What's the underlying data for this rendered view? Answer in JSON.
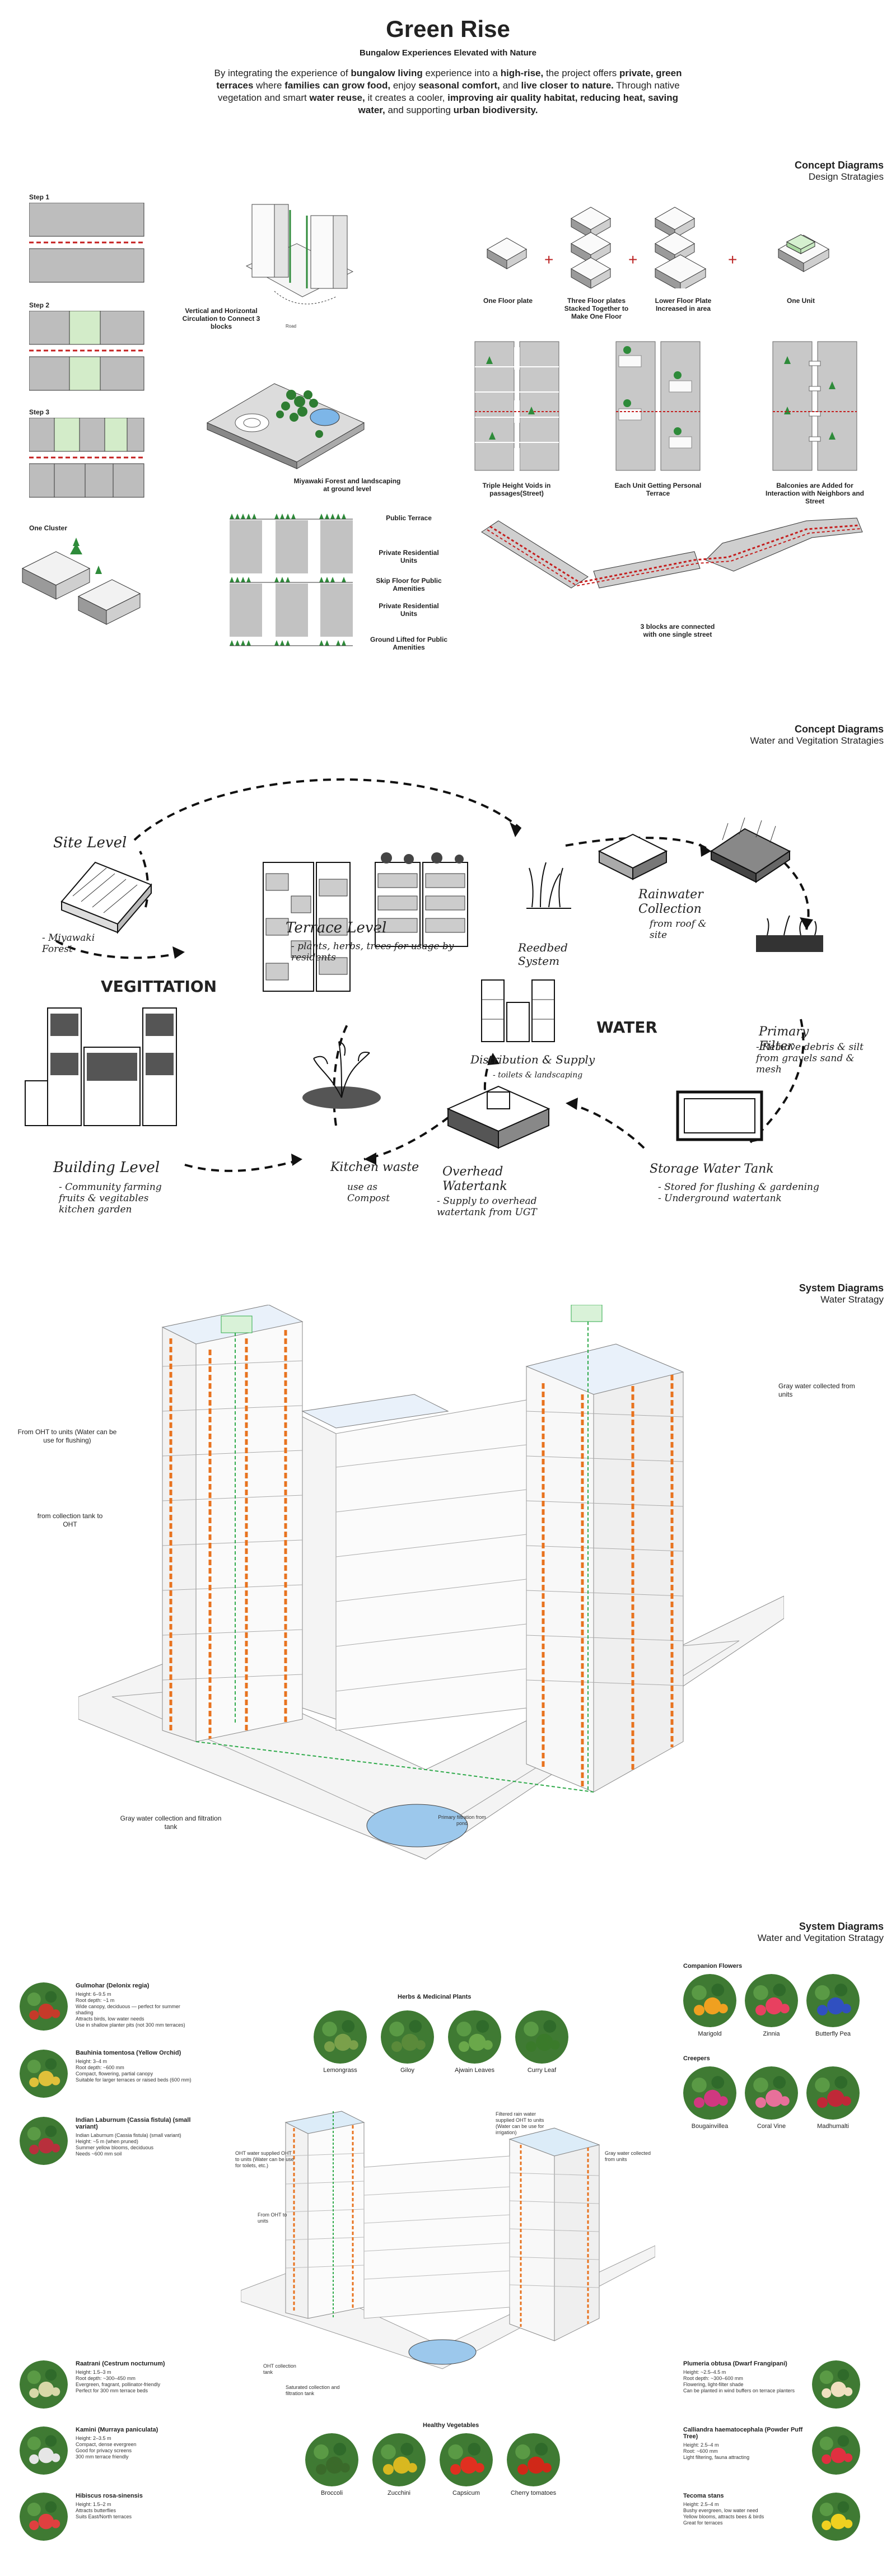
{
  "header": {
    "title": "Green Rise",
    "subtitle": "Bungalow Experiences Elevated with Nature",
    "intro_parts": [
      {
        "t": "By integrating the experience of ",
        "b": false
      },
      {
        "t": "bungalow living",
        "b": true
      },
      {
        "t": " experience into a ",
        "b": false
      },
      {
        "t": "high-rise,",
        "b": true
      },
      {
        "t": " the project offers ",
        "b": false
      },
      {
        "t": "private, green terraces",
        "b": true
      },
      {
        "t": " where ",
        "b": false
      },
      {
        "t": "families can grow food,",
        "b": true
      },
      {
        "t": " enjoy ",
        "b": false
      },
      {
        "t": "seasonal comfort,",
        "b": true
      },
      {
        "t": " and ",
        "b": false
      },
      {
        "t": "live closer to nature.",
        "b": true
      },
      {
        "t": " Through native vegetation and smart ",
        "b": false
      },
      {
        "t": "water reuse,",
        "b": true
      },
      {
        "t": " it creates a cooler, ",
        "b": false
      },
      {
        "t": "improving air quality habitat, reducing heat, saving water,",
        "b": true
      },
      {
        "t": " and supporting ",
        "b": false
      },
      {
        "t": "urban biodiversity.",
        "b": true
      }
    ]
  },
  "section1": {
    "heading": "Concept Diagrams",
    "subheading": "Design Stratagies",
    "steps": [
      "Step 1",
      "Step 2",
      "Step 3"
    ],
    "one_cluster": "One Cluster",
    "vertical_circulation": "Vertical and Horizontal Circulation to Connect 3 blocks",
    "miyawaki": "Miyawaki Forest and landscaping at ground level",
    "section_labels": [
      "Public Terrace",
      "Private Residential Units",
      "Skip Floor for Public Amenities",
      "Private Residential Units",
      "Ground Lifted for Public Amenities"
    ],
    "unit_steps": [
      "One Floor plate",
      "Three Floor plates Stacked Together to Make One Floor",
      "Lower Floor Plate Increased in area",
      "One Unit"
    ],
    "elevations": [
      "Triple Height Voids in passages(Street)",
      "Each Unit Getting Personal Terrace",
      "Balconies are Added for Interaction with Neighbors and Street"
    ],
    "connected": "3 blocks are connected with one single street"
  },
  "section2": {
    "heading": "Concept Diagrams",
    "subheading": "Water and Vegitation Stratagies",
    "vegetation": "VEGITTATION",
    "water": "WATER",
    "site_level": {
      "title": "Site Level",
      "body": "- Miyawaki Forest"
    },
    "terrace_level": {
      "title": "Terrace Level",
      "body": "- plants, herbs, trees for usage by residents"
    },
    "building_level": {
      "title": "Building Level",
      "body": "- Community farming fruits & vegitables kitchen garden"
    },
    "kitchen_waste": {
      "title": "Kitchen waste",
      "body": "use as Compost"
    },
    "overhead": {
      "title": "Overhead Watertank",
      "body": "- Supply to overhead watertank from UGT"
    },
    "distribution": {
      "title": "Distribution & Supply",
      "body": "- toilets & landscaping"
    },
    "reedbed": {
      "title": "Reedbed System"
    },
    "rainwater": {
      "title": "Rainwater Collection",
      "body": "from roof & site"
    },
    "primary_filter": {
      "title": "Primary Filter",
      "body": "- Remove debris & silt from gravels sand & mesh"
    },
    "storage": {
      "title": "Storage Water Tank",
      "body": "- Stored for flushing & gardening - Underground watertank"
    }
  },
  "section3": {
    "heading": "System Diagrams",
    "subheading": "Water Stratagy",
    "oht_units": "From OHT to units (Water can be use for flushing)",
    "collection_oht": "from collection tank to OHT",
    "gray_collected": "Gray water collected from units",
    "gray_tank": "Gray water collection and filtration tank",
    "primary_filtration": "Primary filtration from pond"
  },
  "section4": {
    "heading": "System Diagrams",
    "subheading": "Water and Vegitation Stratagy",
    "trees_top": [
      {
        "name": "Gulmohar (Delonix regia)",
        "details": "Height: 6–9.5 m\nRoot depth: ~1 m\nWide canopy, deciduous — perfect for summer shading\nAttracts birds, low water needs\nUse in shallow planter pits (not 300 mm terraces)",
        "color": "#c63a2a"
      },
      {
        "name": "Bauhinia tomentosa (Yellow Orchid)",
        "details": "Height: 3–4 m\nRoot depth: ~600 mm\nCompact, flowering, partial canopy\nSuitable for larger terraces or raised beds (600 mm)",
        "color": "#e0c03a"
      },
      {
        "name": "Indian Laburnum (Cassia fistula) (small variant)",
        "details": "Indian Laburnum (Cassia fistula) (small variant)\nHeight: ~5 m (when pruned)\nSummer yellow blooms, deciduous\nNeeds ~600 mm soil",
        "color": "#b8303c"
      }
    ],
    "trees_bottom": [
      {
        "name": "Raatrani (Cestrum nocturnum)",
        "details": "Height: 1.5–3 m\nRoot depth: ~300–450 mm\nEvergreen, fragrant, pollinator-friendly\nPerfect for 300 mm terrace beds",
        "color": "#d8d8a8"
      },
      {
        "name": "Kamini (Murraya paniculata)",
        "details": "Height: 2–3.5 m\nCompact, dense evergreen\nGood for privacy screens\n300 mm terrace friendly",
        "color": "#e6e6e6"
      },
      {
        "name": "Hibiscus rosa-sinensis",
        "details": "Height: 1.5–2 m\nAttracts butterflies\nSuits East/North terraces",
        "color": "#e04040"
      }
    ],
    "herbs_heading": "Herbs & Medicinal Plants",
    "herbs": [
      {
        "name": "Lemongrass",
        "color": "#7aa04a"
      },
      {
        "name": "Giloy",
        "color": "#5a8a3a"
      },
      {
        "name": "Ajwain Leaves",
        "color": "#6aa84a"
      },
      {
        "name": "Curry Leaf",
        "color": "#3a7a2a"
      }
    ],
    "companion_heading": "Companion Flowers",
    "companion": [
      {
        "name": "Marigold",
        "color": "#f0a020"
      },
      {
        "name": "Zinnia",
        "color": "#e84060"
      },
      {
        "name": "Butterfly Pea",
        "color": "#3050c0"
      }
    ],
    "creepers_heading": "Creepers",
    "creepers": [
      {
        "name": "Bougainvillea",
        "color": "#d03880"
      },
      {
        "name": "Coral Vine",
        "color": "#e8709a"
      },
      {
        "name": "Madhumalti",
        "color": "#c02838"
      }
    ],
    "vegetables_heading": "Healthy Vegetables",
    "vegetables": [
      {
        "name": "Broccoli",
        "color": "#3a6a2a"
      },
      {
        "name": "Zucchini",
        "color": "#d8b820"
      },
      {
        "name": "Capsicum",
        "color": "#e03020"
      },
      {
        "name": "Cherry tomatoes",
        "color": "#d02818"
      }
    ],
    "right_trees": [
      {
        "name": "Plumeria obtusa (Dwarf Frangipani)",
        "details": "Height: ~2.5–4.5 m\nRoot depth: ~300–600 mm\nFlowering, light-filter shade\nCan be planted in wind buffers on terrace planters",
        "color": "#f0e0c0"
      },
      {
        "name": "Calliandra haematocephala (Powder Puff Tree)",
        "details": "Height: 2.5–4 m\nRoot: ~600 mm\nLight filtering, fauna attracting",
        "color": "#e03040"
      },
      {
        "name": "Tecoma stans",
        "details": "Height: 2.5–4 m\nBushy evergreen, low water need\nYellow blooms, attracts bees & birds\nGreat for terraces",
        "color": "#f0d020"
      }
    ],
    "small_labels": {
      "filtered_oht": "Filtered rain water supplied OHT to units (Water can be use for irrigation)",
      "oht_supply": "OHT water supplied OHT to units (Water can be use for toilets, etc.)",
      "from_oht": "From OHT to units",
      "gray_units": "Gray water collected from units",
      "oht_collection": "OHT collection tank",
      "saturated": "Saturated collection and filtration tank"
    }
  }
}
